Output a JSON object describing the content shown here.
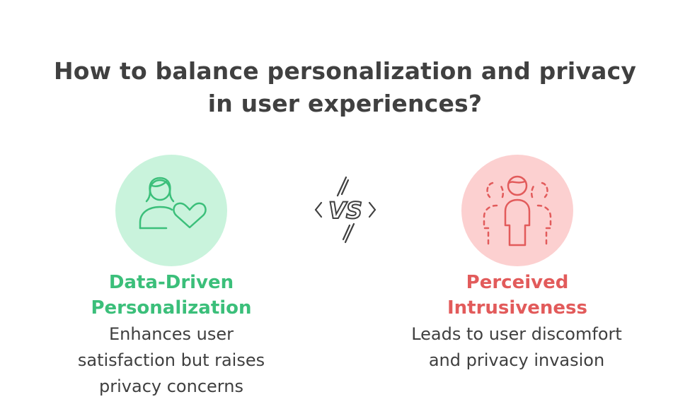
{
  "title": {
    "line1": "How to balance personalization and privacy",
    "line2": "in user experiences?"
  },
  "vs_label": "VS",
  "left": {
    "title_line1": "Data-Driven",
    "title_line2": "Personalization",
    "desc_line1": "Enhances user",
    "desc_line2": "satisfaction but raises",
    "desc_line3": "privacy concerns",
    "icon": "user-heart-icon",
    "accent_color": "#3bbf7a",
    "circle_color": "#c9f3dc"
  },
  "right": {
    "title_line1": "Perceived",
    "title_line2": "Intrusiveness",
    "desc_line1": "Leads to user discomfort",
    "desc_line2": "and privacy invasion",
    "icon": "crowd-person-icon",
    "accent_color": "#e25b5b",
    "circle_color": "#fcd0d0"
  }
}
